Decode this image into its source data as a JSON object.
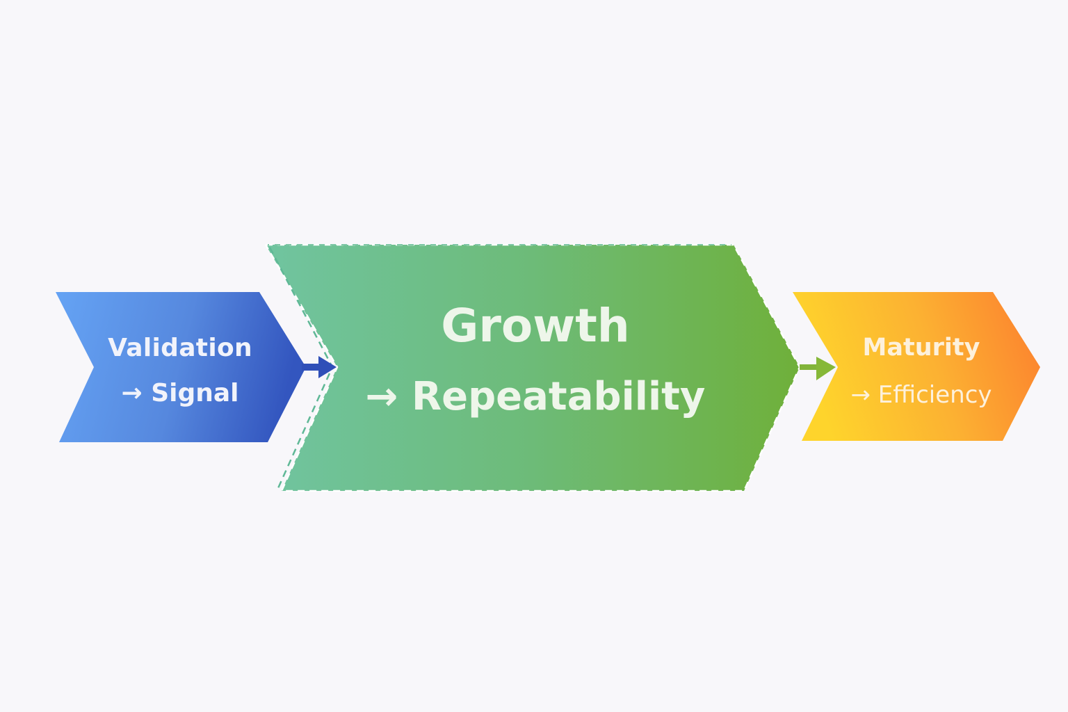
{
  "diagram": {
    "type": "chevron-process-flow",
    "background": "#f8f7fa",
    "stages": [
      {
        "id": "validation",
        "title": "Validation",
        "subtitle": "→ Signal",
        "gradient": [
          "#63a0f2",
          "#3558c0"
        ],
        "emphasis": false
      },
      {
        "id": "growth",
        "title": "Growth",
        "subtitle": "→ Repeatability",
        "gradient": [
          "#6fc39a",
          "#6fb23d"
        ],
        "emphasis": true,
        "border": "dashed"
      },
      {
        "id": "maturity",
        "title": "Maturity",
        "subtitle": "→ Efficiency",
        "gradient": [
          "#fdd22e",
          "#fc832e"
        ],
        "emphasis": false
      }
    ],
    "connectors": [
      {
        "from": "validation",
        "to": "growth",
        "color": "#2f4fb8",
        "icon": "arrow-right-icon"
      },
      {
        "from": "growth",
        "to": "maturity",
        "color": "#82b43a",
        "icon": "arrow-right-icon"
      }
    ],
    "accent_colors": {
      "dashed_border_teal": "#5fb896",
      "dashed_border_white": "#ffffff"
    }
  }
}
